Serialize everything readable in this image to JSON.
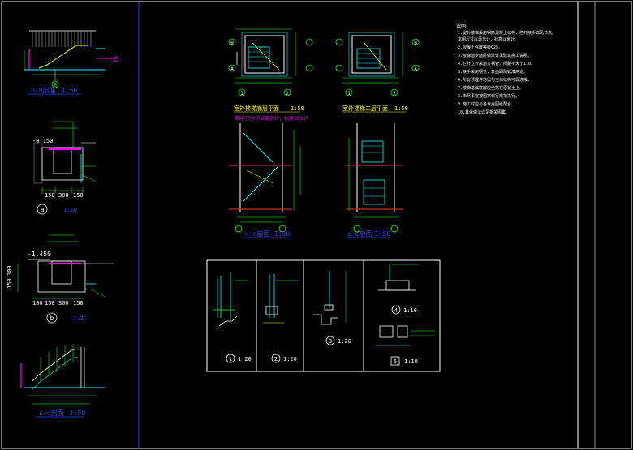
{
  "colors": {
    "background": "#000000",
    "frame": "#ffffff",
    "section_line": "#2244ff",
    "dimension": "#00ff00",
    "structure": "#00ffff",
    "annotation": "#ffff00",
    "axis": "#ff3333",
    "highlight": "#ff00ff"
  },
  "drawings": {
    "section_b": {
      "title": "b—b剖面",
      "scale": "1:50",
      "axis_tag": "B"
    },
    "detail_a": {
      "tag": "a",
      "scale": "1:20",
      "level": "-0.150",
      "dims": [
        "150",
        "300",
        "150"
      ]
    },
    "detail_b": {
      "tag": "b",
      "scale": "1:20",
      "level": "-1.450",
      "dims": [
        "100",
        "150",
        "300",
        "150"
      ],
      "side_dims": [
        "300",
        "150"
      ]
    },
    "section_c": {
      "title": "c—c剖面",
      "scale": "1:50"
    },
    "plan_ground": {
      "title": "室外楼梯底层平面",
      "scale": "1:50",
      "axes": [
        "A",
        "B",
        "1",
        "2"
      ]
    },
    "plan_upper": {
      "title": "室外楼梯二层平面",
      "scale": "1:50",
      "axes": [
        "A",
        "B",
        "1",
        "2"
      ]
    },
    "plan_note": "图中尺寸均以毫米计，标高以米计",
    "section_d": {
      "title": "d—d剖面",
      "scale": "1:50"
    },
    "section_e": {
      "title": "e—e剖面",
      "scale": "1:50"
    },
    "details": [
      {
        "num": "1",
        "scale": "1:20"
      },
      {
        "num": "2",
        "scale": "1:20"
      },
      {
        "num": "3",
        "scale": "1:20"
      },
      {
        "num": "4",
        "scale": "1:10"
      },
      {
        "num": "5",
        "scale": "1:10"
      }
    ]
  },
  "notes": {
    "heading": "说明：",
    "lines": [
      "1.室外楼梯采用钢筋混凝土结构，栏杆扶手详见节点。",
      "  本图尺寸以毫米计，标高以米计。",
      "2.混凝土强度等级C25。",
      "3.楼梯踏步面层做法详见建筑施工说明。",
      "4.栏杆立杆采用方钢管，间距不大于110。",
      "5.扶手采用钢管，表面刷防锈漆两道。",
      "6.所有预埋件均需与主体结构可靠连接。",
      "7.楼梯基础底部应坐落在原状土上。",
      "8.未尽事宜按国家现行规范执行。",
      "9.施工时应与各专业图纸配合。",
      "10.其余做法详见相关图集。"
    ]
  }
}
